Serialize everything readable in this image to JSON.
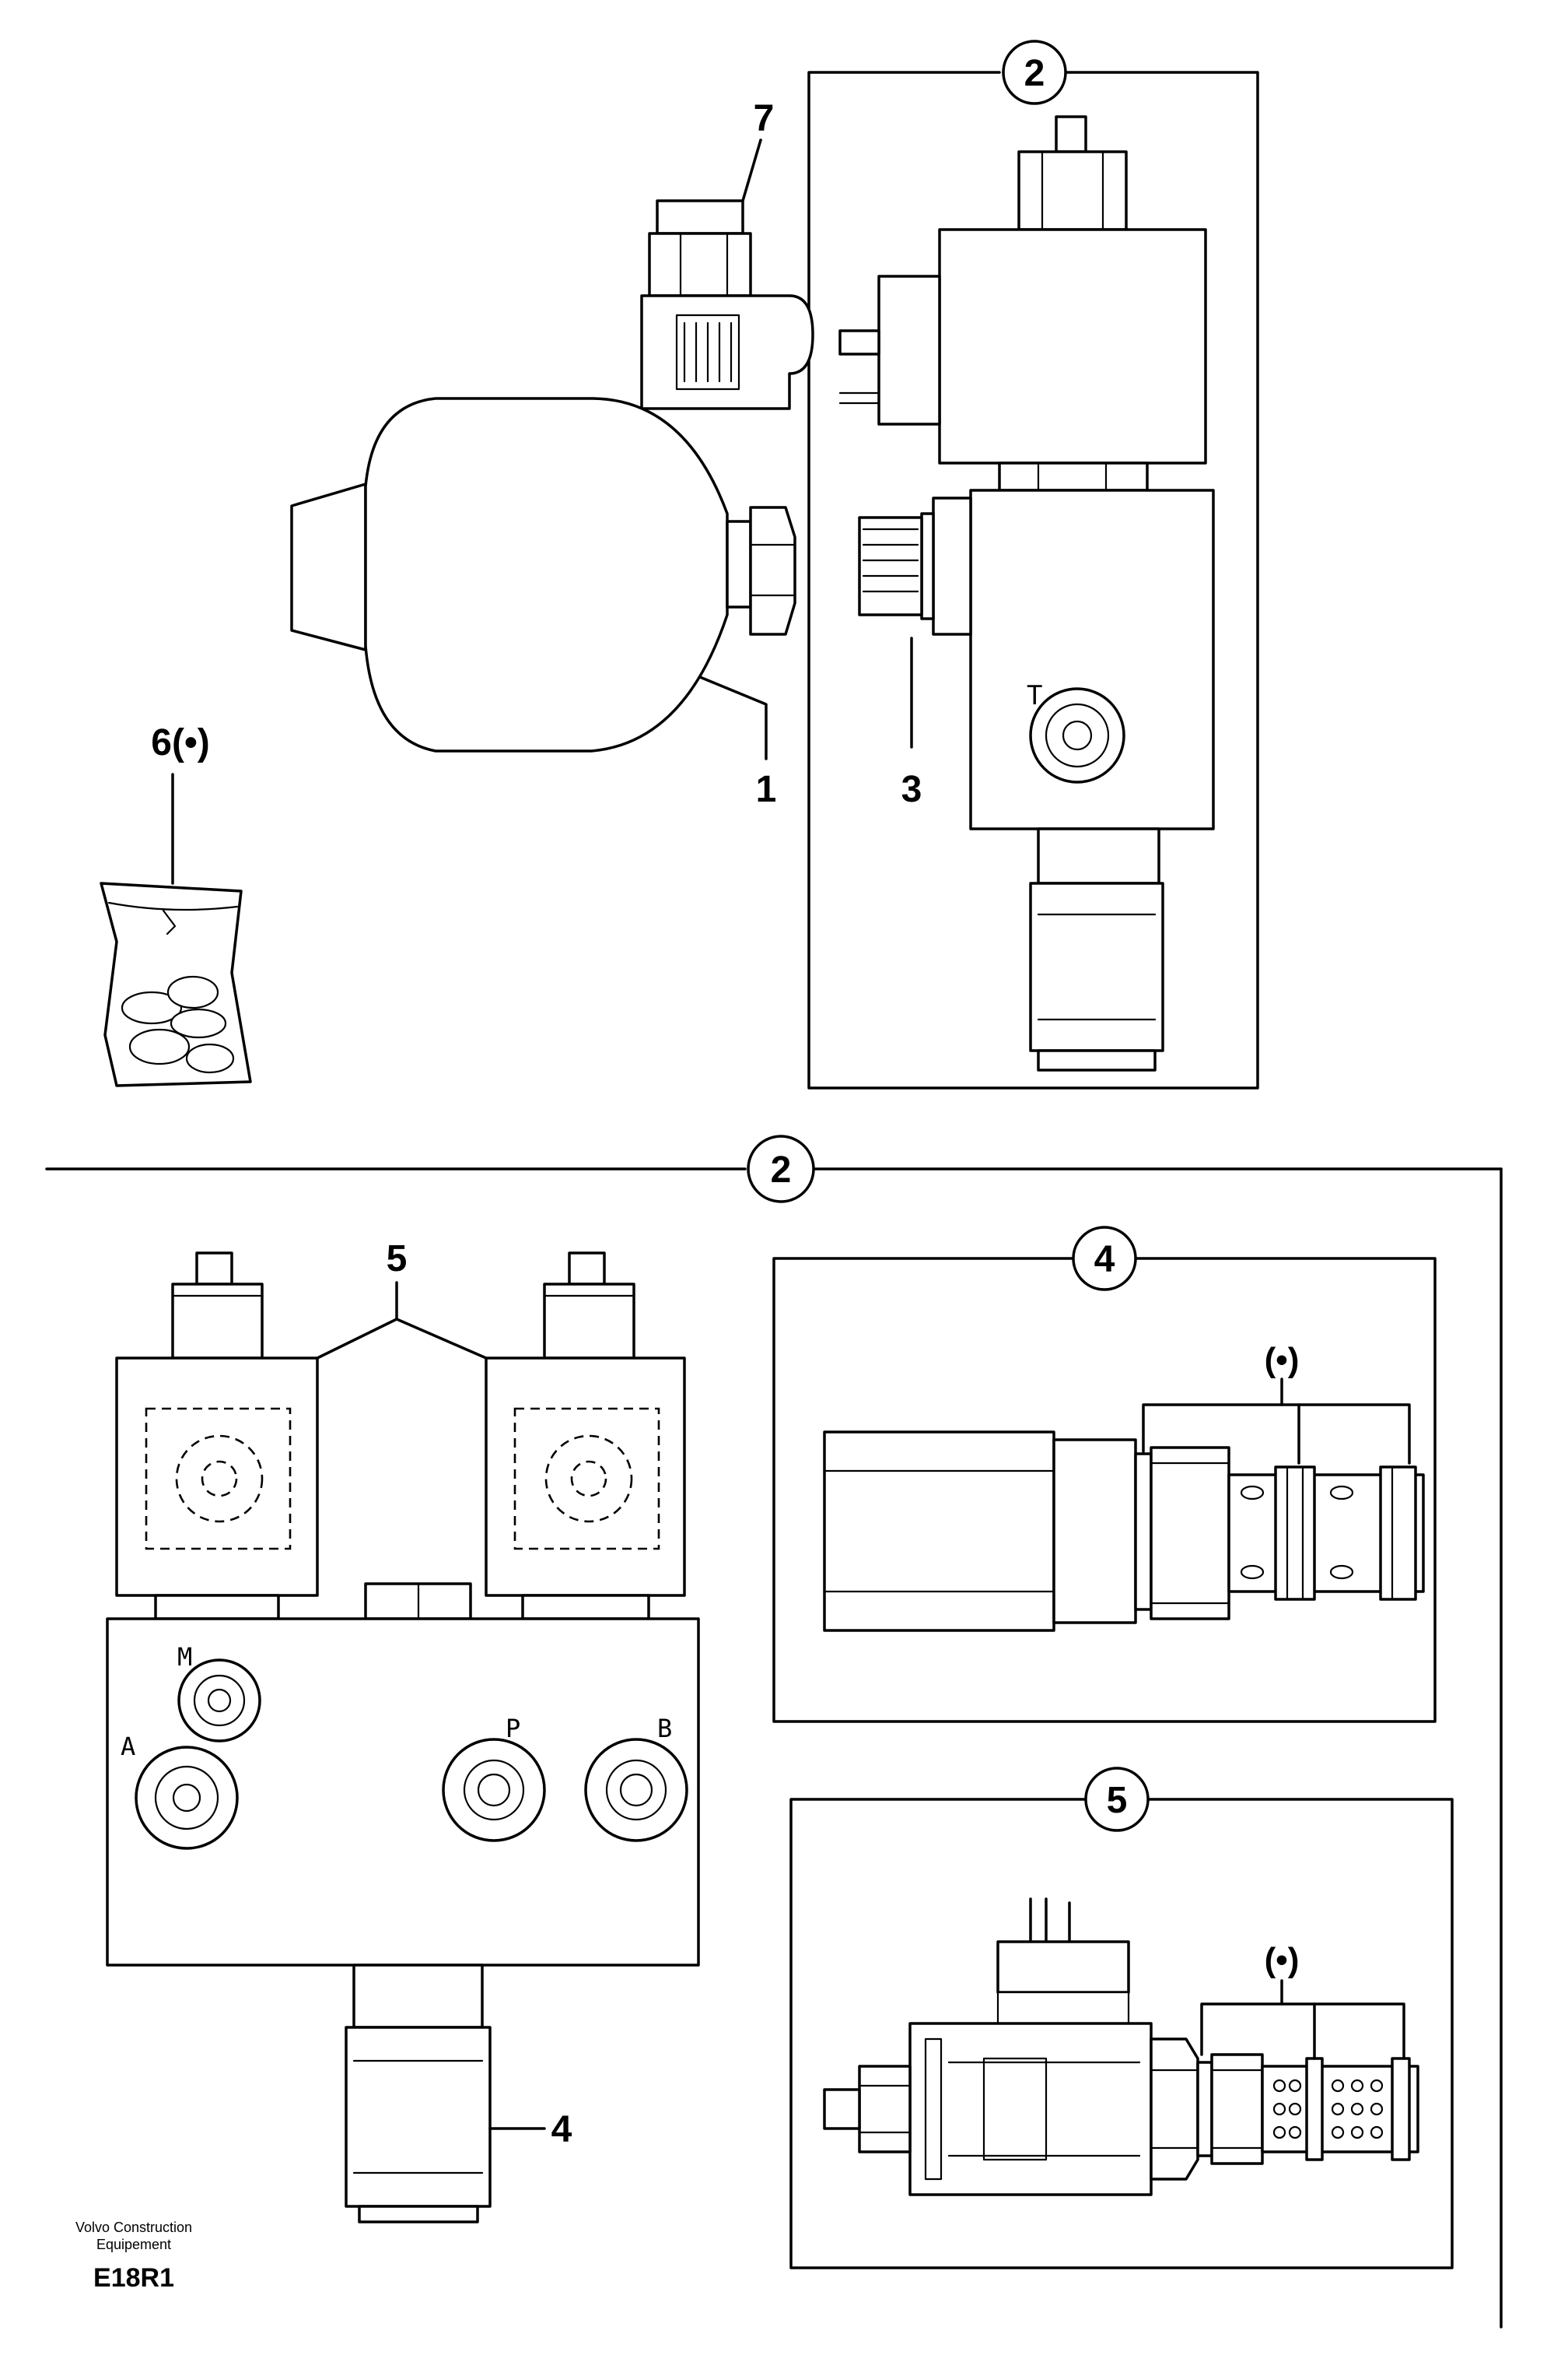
{
  "callouts": {
    "top_group": "2",
    "item_7": "7",
    "item_1": "1",
    "item_3": "3",
    "item_6": "6(•)",
    "bottom_group": "2",
    "item_5": "5",
    "item_4": "4",
    "detail_4": "4",
    "detail_5": "5",
    "seal_kit_4": "(•)",
    "seal_kit_5": "(•)"
  },
  "ports": {
    "tank": "T",
    "m": "M",
    "a": "A",
    "p": "P",
    "b": "B"
  },
  "footer": {
    "company_line1": "Volvo Construction",
    "company_line2": "Equipement",
    "code": "E18R1"
  }
}
